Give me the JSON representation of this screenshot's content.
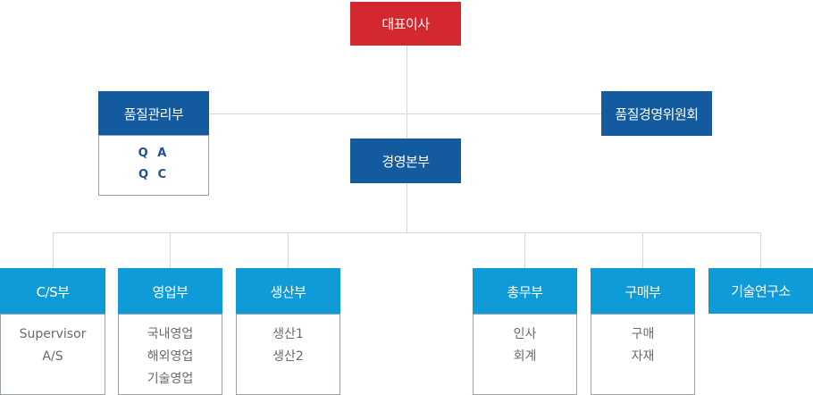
{
  "ceo": "대표이사",
  "quality_mgmt": {
    "title": "품질관리부",
    "items": [
      "Q A",
      "Q C"
    ]
  },
  "quality_committee": "품질경영위원회",
  "hq": "경영본부",
  "departments": [
    {
      "title": "C/S부",
      "items": [
        "Supervisor",
        "A/S"
      ]
    },
    {
      "title": "영업부",
      "items": [
        "국내영업",
        "해외영업",
        "기술영업"
      ]
    },
    {
      "title": "생산부",
      "items": [
        "생산1",
        "생산2"
      ]
    },
    {
      "title": "총무부",
      "items": [
        "인사",
        "회계"
      ]
    },
    {
      "title": "구매부",
      "items": [
        "구매",
        "자재"
      ]
    },
    {
      "title": "기술연구소",
      "items": []
    }
  ],
  "colors": {
    "ceo": "#d3282f",
    "navy": "#135a9e",
    "sky": "#0f9bd7"
  }
}
